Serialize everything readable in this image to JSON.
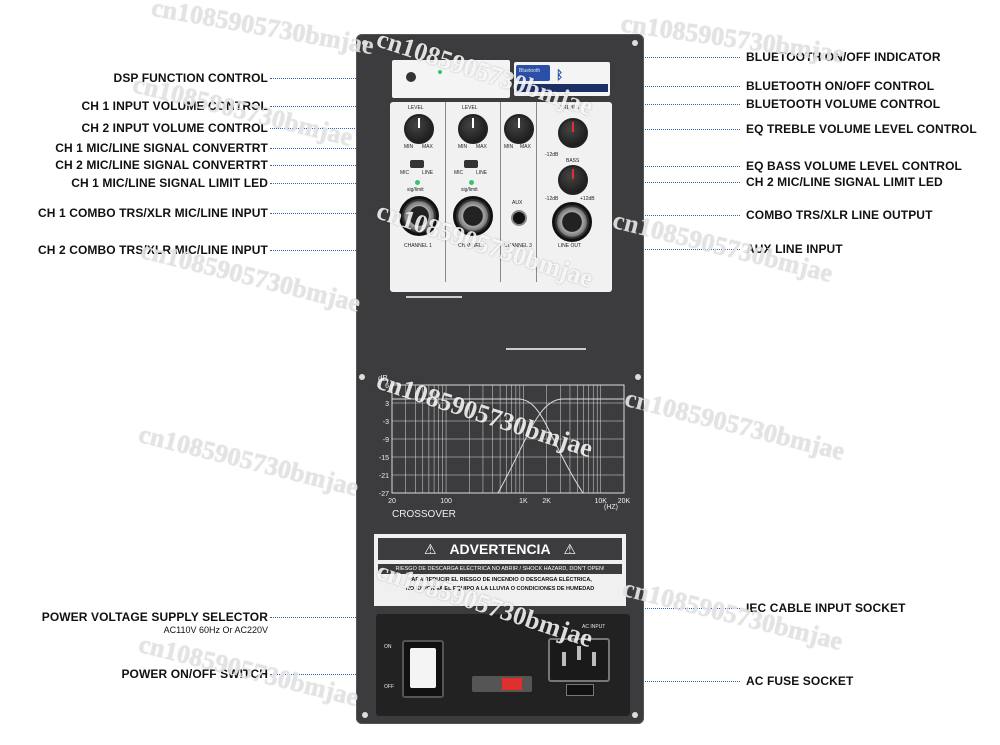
{
  "left_labels": [
    {
      "text": "DSP FUNCTION CONTROL"
    },
    {
      "text": "CH 1 INPUT VOLUME CONTROL"
    },
    {
      "text": "CH 2 INPUT VOLUME CONTROL"
    },
    {
      "text": "CH 1 MIC/LINE SIGNAL CONVERTRT"
    },
    {
      "text": "CH 2 MIC/LINE SIGNAL CONVERTRT"
    },
    {
      "text": "CH 1 MIC/LINE SIGNAL LIMIT LED"
    },
    {
      "text": "CH 1 COMBO TRS/XLR MIC/LINE INPUT"
    },
    {
      "text": "CH 2 COMBO TRS/XLR MIC/LINE INPUT"
    },
    {
      "text": "POWER VOLTAGE SUPPLY SELECTOR"
    },
    {
      "text": "POWER ON/OFF SWITCH"
    }
  ],
  "voltage_sub": "AC110V 60Hz Or AC220V",
  "right_labels": [
    {
      "text": "BLUETOOTH ON/OFF INDICATOR"
    },
    {
      "text": "BLUETOOTH ON/OFF CONTROL"
    },
    {
      "text": "BLUETOOTH VOLUME CONTROL"
    },
    {
      "text": "EQ TREBLE VOLUME LEVEL CONTROL"
    },
    {
      "text": "EQ BASS VOLUME LEVEL CONTROL"
    },
    {
      "text": "CH 2 MIC/LINE SIGNAL LIMIT LED"
    },
    {
      "text": "COMBO TRS/XLR LINE OUTPUT"
    },
    {
      "text": "AUX LINE INPUT"
    },
    {
      "text": "IEC CABLE INPUT SOCKET"
    },
    {
      "text": "AC FUSE SOCKET"
    }
  ],
  "panel": {
    "bluetooth": "Bluetooth",
    "level": "LEVEL",
    "min": "MIN",
    "max": "MAX",
    "mic": "MIC",
    "line": "LINE",
    "sig": "sig/limit",
    "channel1": "CHANNEL 1",
    "channel2": "CHANNEL 2",
    "channel3": "CHANNEL 3",
    "aux": "AUX",
    "treble": "TREBLE",
    "bass": "BASS",
    "minus12": "-12dB",
    "plus12": "+12dB",
    "line_out": "LINE OUT",
    "crossover": "CROSSOVER",
    "db_unit": "dB",
    "hz_unit": "(HZ)",
    "db_ticks": [
      "6",
      "3",
      "-3",
      "-9",
      "-15",
      "-21",
      "-27"
    ],
    "hz_ticks": [
      "20",
      "100",
      "1K",
      "2K",
      "10K",
      "20K"
    ],
    "warning_title": "ADVERTENCIA",
    "warning_line1": "RIESGO DE DESCARGA ELÉCTRICA NO ABRIR / SHOCK HAZARD, DON'T OPEN!",
    "warning_line2": "PARA REDUCIR EL RIESGO DE INCENDIO O DESCARGA ELÉCTRICA,",
    "warning_line3": "NO EXPONGA EL EQUIPO A LA LLUVIA O CONDICIONES DE HUMEDAD",
    "on": "ON",
    "off": "OFF",
    "ac_input": "AC INPUT"
  },
  "watermark": "cn1085905730bmjae",
  "colors": {
    "leader": "#2f5fbf",
    "panel": "#3c3c3e",
    "led_green": "#38c46a",
    "voltage_red": "#e0302e"
  }
}
